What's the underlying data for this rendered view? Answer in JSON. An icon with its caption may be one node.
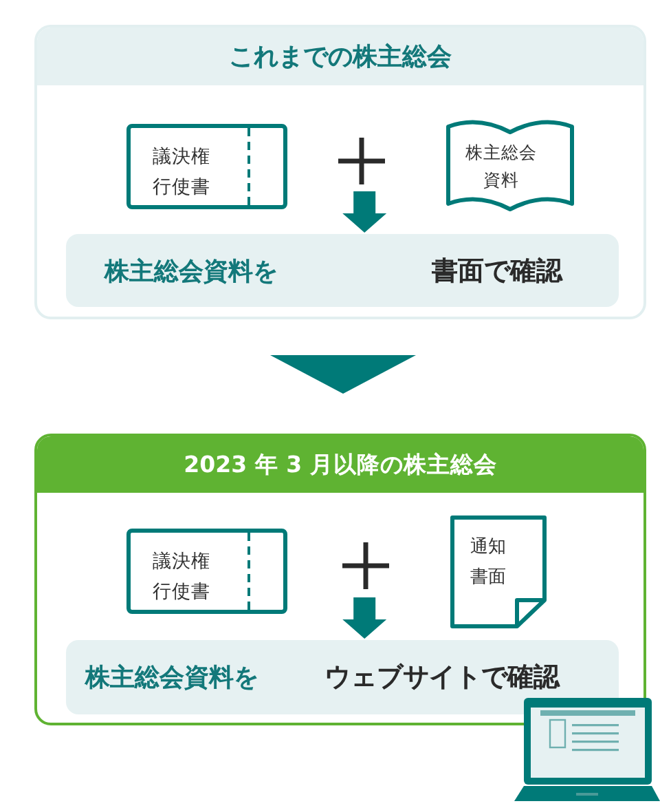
{
  "diagram": {
    "nodes": [
      {
        "text": [
          "これまでの株主総会"
        ]
      },
      {
        "text": [
          "議決権行使書"
        ],
        "in": 0
      },
      {
        "text": [
          "株主総会資料"
        ],
        "in": 0
      },
      {
        "text": [
          "株主総会資料を",
          "書面で確認"
        ],
        "in": 0
      },
      {
        "text": [
          "2023 年 3 月以降の株主総会"
        ]
      },
      {
        "text": [
          "議決権行使書"
        ],
        "in": 4
      },
      {
        "text": [
          "通知書面"
        ],
        "in": 4
      },
      {
        "text": [
          "株主総会資料を",
          "ウェブサイトで確認"
        ],
        "in": 4
      }
    ],
    "edges": [
      {
        "from": null,
        "to": 3,
        "arrow": "to",
        "style": "thick"
      },
      {
        "from": 0,
        "to": 4,
        "arrow": "to",
        "style": "thick"
      },
      {
        "from": null,
        "to": 7,
        "arrow": "to",
        "style": "thick"
      }
    ]
  }
}
